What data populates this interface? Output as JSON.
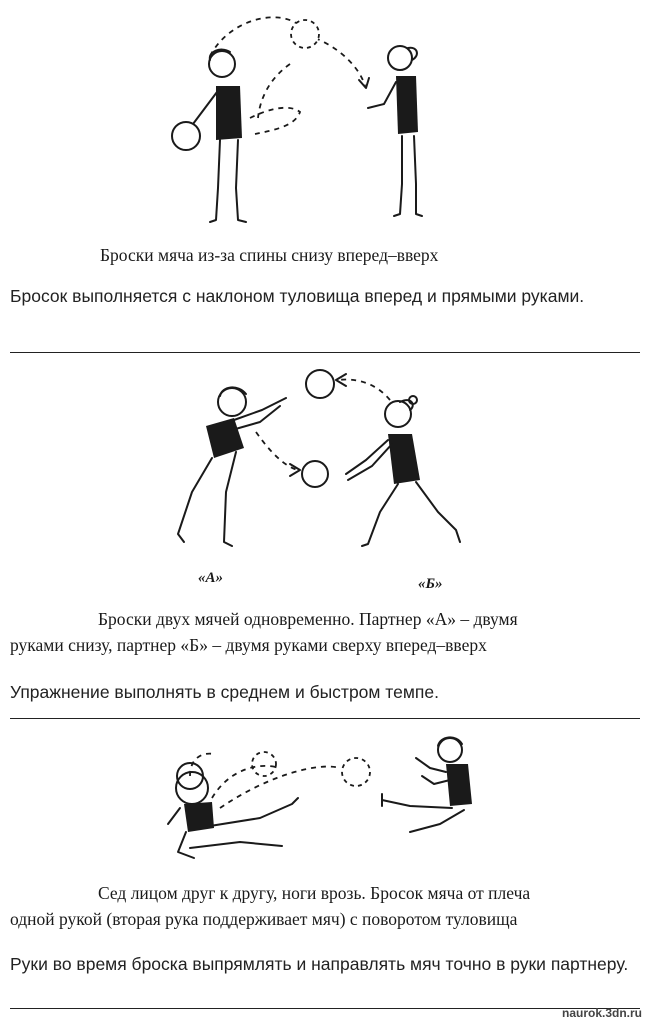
{
  "sections": [
    {
      "caption": "Броски мяча из-за спины снизу вперед–вверх",
      "note": "Бросок выполняется с наклоном туловища вперед и прямыми руками."
    },
    {
      "caption_line1": "Броски двух мячей одновременно. Партнер «А»  – двумя",
      "caption_line2": "руками снизу, партнер «Б» – двумя руками сверху вперед–вверх",
      "label_a": "«А»",
      "label_b": "«Б»",
      "note": "Упражнение выполнять в среднем и быстром темпе."
    },
    {
      "caption_line1": "Сед лицом друг к другу, ноги врозь. Бросок мяча от плеча",
      "caption_line2": "одной рукой (вторая рука поддерживает мяч) с поворотом туловища",
      "note": "Руки во время броска выпрямлять и направлять мяч точно в руки партнеру."
    }
  ],
  "watermark": "naurok.3dn.ru"
}
